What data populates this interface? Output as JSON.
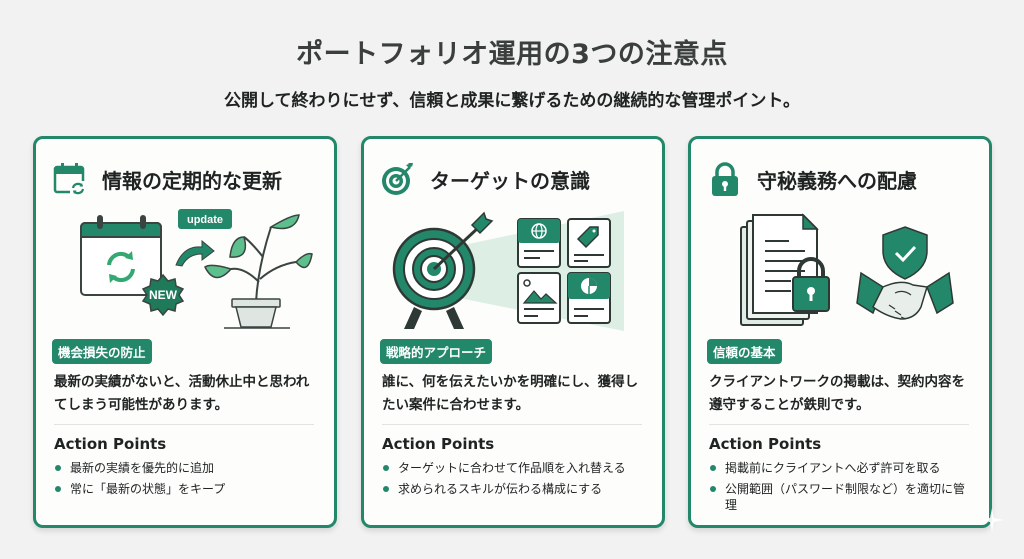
{
  "header": {
    "title": "ポートフォリオ運用の3つの注意点",
    "subtitle": "公開して終わりにせず、信頼と成果に繋げるための継続的な管理ポイント。"
  },
  "colors": {
    "accent": "#23876a",
    "accent_light": "#5cbf8c",
    "background": "#f2f2f2",
    "card_bg": "#fdfdfc",
    "text": "#1f2322"
  },
  "cards": [
    {
      "icon": "calendar-refresh-icon",
      "title": "情報の定期的な更新",
      "illustration": {
        "badge_update": "update",
        "badge_new": "NEW",
        "elements": [
          "calendar-refresh-icon",
          "arrow-icon",
          "plant-icon"
        ]
      },
      "tag": "機会損失の防止",
      "description": "最新の実績がないと、活動休止中と思われてしまう可能性があります。",
      "action_points_title": "Action Points",
      "action_points": [
        "最新の実績を優先的に追加",
        "常に「最新の状態」をキープ"
      ]
    },
    {
      "icon": "target-icon",
      "title": "ターゲットの意識",
      "illustration": {
        "elements": [
          "target-arrow-icon",
          "globe-card-icon",
          "tag-card-icon",
          "image-card-icon",
          "chart-card-icon"
        ]
      },
      "tag": "戦略的アプローチ",
      "description": "誰に、何を伝えたいかを明確にし、獲得したい案件に合わせます。",
      "action_points_title": "Action Points",
      "action_points": [
        "ターゲットに合わせて作品順を入れ替える",
        "求められるスキルが伝わる構成にする"
      ]
    },
    {
      "icon": "lock-icon",
      "title": "守秘義務への配慮",
      "illustration": {
        "elements": [
          "locked-document-icon",
          "shield-check-icon",
          "handshake-icon"
        ]
      },
      "tag": "信頼の基本",
      "description": "クライアントワークの掲載は、契約内容を遵守することが鉄則です。",
      "action_points_title": "Action Points",
      "action_points": [
        "掲載前にクライアントへ必ず許可を取る",
        "公開範囲（パスワード制限など）を適切に管理"
      ]
    }
  ]
}
